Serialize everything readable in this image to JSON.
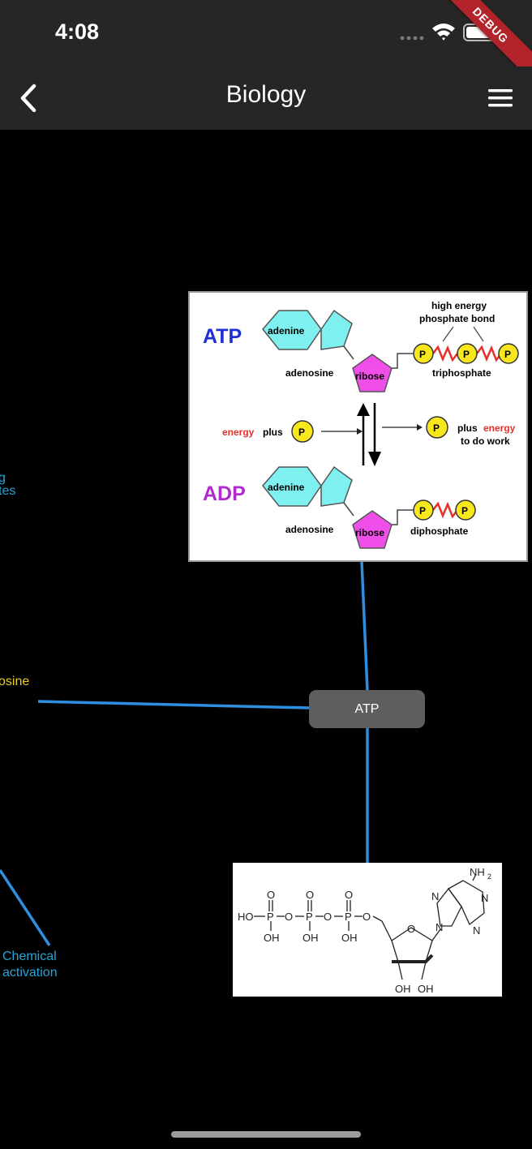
{
  "status_bar": {
    "time": "4:08",
    "debug_label": "DEBUG"
  },
  "app_bar": {
    "title": "Biology"
  },
  "icons": {
    "back": "chevron-left-icon",
    "menu": "hamburger-menu-icon",
    "wifi": "wifi-icon",
    "battery": "battery-icon",
    "signal": "signal-dots-icon"
  },
  "colors": {
    "bar_bg": "#262626",
    "edge": "#2e8ee0",
    "node_bg": "#5e5e5e",
    "label_blue": "#29a3d6",
    "label_yellow": "#e4cf22"
  },
  "graph": {
    "center_node": "ATP",
    "partial_labels": {
      "ates_top": "g",
      "ates": "tes",
      "osine": "osine"
    },
    "chemical_label": [
      "Chemical",
      "activation"
    ]
  },
  "atp_diagram": {
    "atp_title": "ATP",
    "adp_title": "ADP",
    "adenine": "adenine",
    "adenosine": "adenosine",
    "ribose": "ribose",
    "phosphate": "P",
    "bond_label": [
      "high energy",
      "phosphate bond"
    ],
    "triphosphate": "triphosphate",
    "diphosphate": "diphosphate",
    "energy_word": "energy",
    "plus_word": "plus",
    "plus_energy_prefix": "plus",
    "to_do_work": "to do work"
  },
  "structure": {
    "nh2": "NH",
    "nh2_sub": "2",
    "ho": "HO",
    "p": "P",
    "o": "O",
    "oh": "OH",
    "n": "N"
  }
}
